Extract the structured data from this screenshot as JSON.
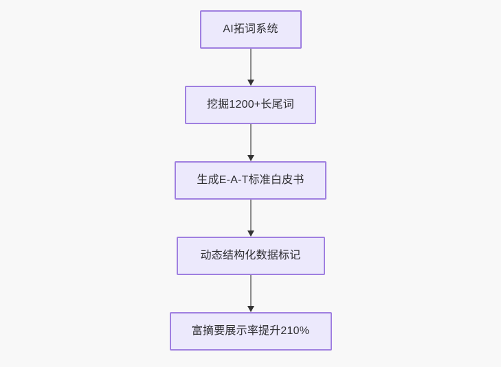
{
  "diagram": {
    "type": "flowchart",
    "orientation": "top-to-bottom",
    "background_color": "#f8f8f8",
    "node_fill_color": "#ece9fc",
    "node_border_color": "#9f7fe0",
    "node_text_color": "#2f2f33",
    "connector_line_color": "#8b8b8b",
    "connector_arrow_color": "#333333",
    "nodes": [
      {
        "id": "n1",
        "label": "AI拓词系统"
      },
      {
        "id": "n2",
        "label": "挖掘1200+长尾词"
      },
      {
        "id": "n3",
        "label": "生成E-A-T标准白皮书"
      },
      {
        "id": "n4",
        "label": "动态结构化数据标记"
      },
      {
        "id": "n5",
        "label": "富摘要展示率提升210%"
      }
    ],
    "edges": [
      {
        "from": "n1",
        "to": "n2",
        "arrow": "down-arrow-icon"
      },
      {
        "from": "n2",
        "to": "n3",
        "arrow": "down-arrow-icon"
      },
      {
        "from": "n3",
        "to": "n4",
        "arrow": "down-arrow-icon"
      },
      {
        "from": "n4",
        "to": "n5",
        "arrow": "down-arrow-icon"
      }
    ]
  }
}
